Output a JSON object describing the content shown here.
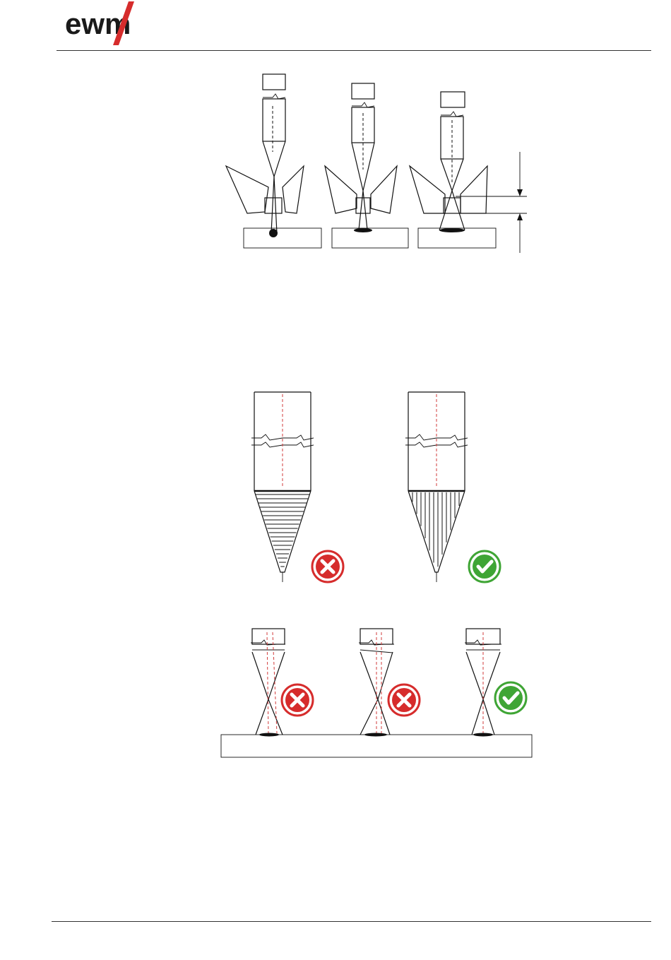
{
  "header": {
    "logo_text": "ewm"
  },
  "colors": {
    "wrong": "#d62c2c",
    "correct": "#3fa535",
    "line": "#111111",
    "centerline_red": "#d23b3b"
  },
  "figures": [
    {
      "id": "electrode-stickout-positions",
      "icons": []
    },
    {
      "id": "electrode-grinding-direction",
      "icons": [
        "cross-icon",
        "check-icon"
      ]
    },
    {
      "id": "electrode-tip-alignment",
      "icons": [
        "cross-icon",
        "cross-icon",
        "check-icon"
      ]
    }
  ]
}
